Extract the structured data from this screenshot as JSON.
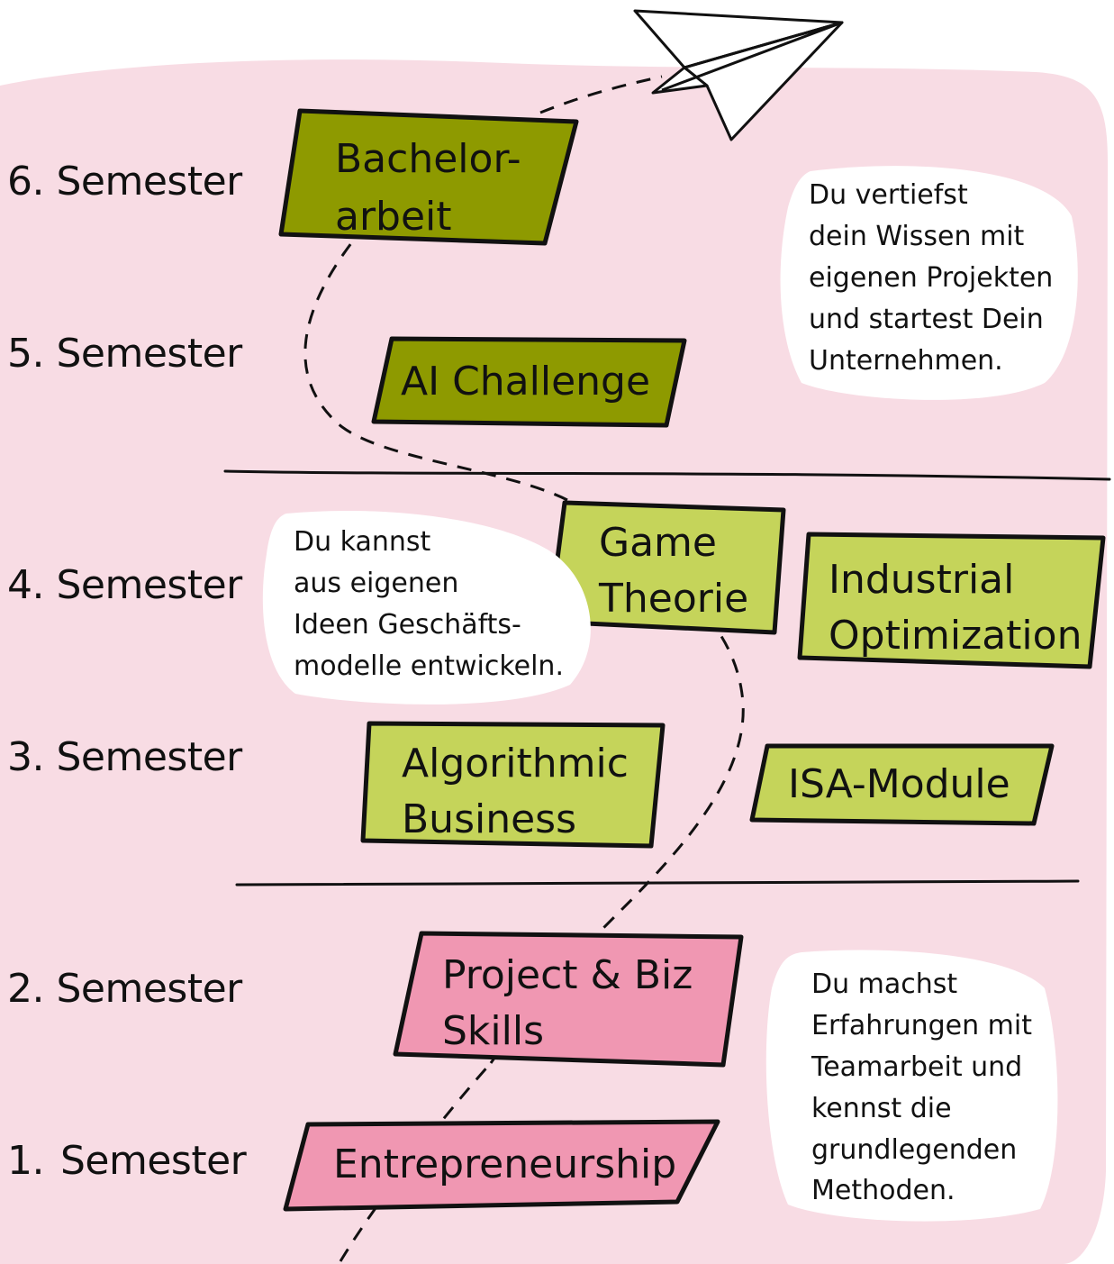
{
  "colors": {
    "background": "#f8dce4",
    "dark_green": "#8e9a00",
    "light_green": "#c5d45a",
    "pink": "#f097b2",
    "outline": "#111111",
    "bubble": "#ffffff"
  },
  "semesters": [
    {
      "number": "6.",
      "label": "Semester"
    },
    {
      "number": "5.",
      "label": "Semester"
    },
    {
      "number": "4.",
      "label": "Semester"
    },
    {
      "number": "3.",
      "label": "Semester"
    },
    {
      "number": "2.",
      "label": "Semester"
    },
    {
      "number": "1.",
      "label": "Semester"
    }
  ],
  "modules": {
    "bachelorarbeit": "Bachelor-\narbeit",
    "ai_challenge": "AI Challenge",
    "game_theorie": "Game\nTheorie",
    "industrial_optimization": "Industrial\nOptimization",
    "algorithmic_business": "Algorithmic\nBusiness",
    "isa_module": "ISA-Module",
    "project_biz_skills": "Project & Biz\nSkills",
    "entrepreneurship": "Entrepreneurship"
  },
  "notes": {
    "top": "Du vertiefst\ndein Wissen mit\neigenen Projekten\nund startest Dein\nUnternehmen.",
    "middle": "Du kannst\naus eigenen\nIdeen Geschäfts-\nmodelle entwickeln.",
    "bottom": "Du machst\nErfahrungen mit\nTeamarbeit und\nkennst die\ngrundlegenden\nMethoden."
  }
}
